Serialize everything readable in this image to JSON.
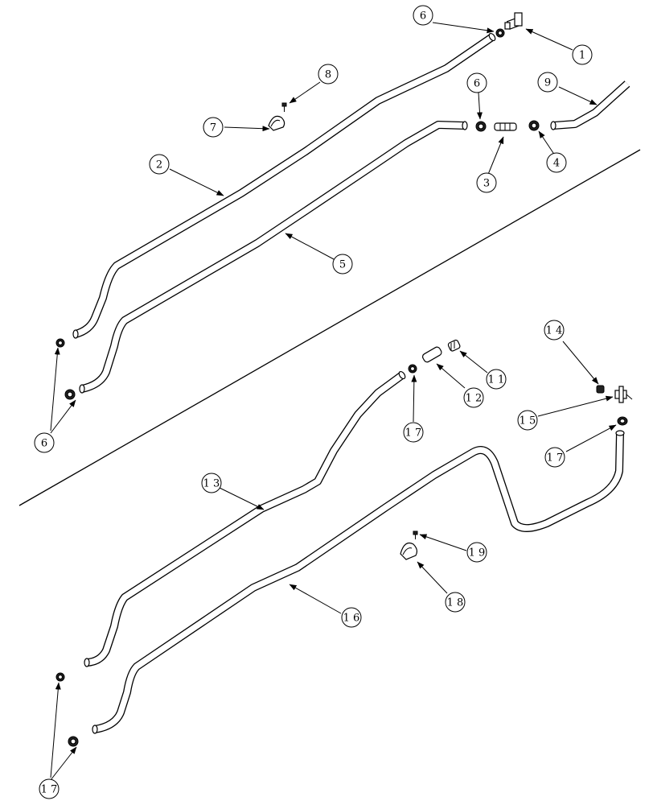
{
  "callouts": [
    {
      "id": "c-1a",
      "label": "1"
    },
    {
      "id": "c-2",
      "label": "2"
    },
    {
      "id": "c-3",
      "label": "3"
    },
    {
      "id": "c-4",
      "label": "4"
    },
    {
      "id": "c-5",
      "label": "5"
    },
    {
      "id": "c-6a",
      "label": "6"
    },
    {
      "id": "c-6b",
      "label": "6"
    },
    {
      "id": "c-6c",
      "label": "6"
    },
    {
      "id": "c-7a",
      "label": "7"
    },
    {
      "id": "c-8",
      "label": "8"
    },
    {
      "id": "c-9a",
      "label": "9"
    },
    {
      "id": "c-11",
      "label": "1 1"
    },
    {
      "id": "c-12",
      "label": "1 2"
    },
    {
      "id": "c-13",
      "label": "1 3"
    },
    {
      "id": "c-14",
      "label": "1 4"
    },
    {
      "id": "c-15",
      "label": "1 5"
    },
    {
      "id": "c-16",
      "label": "1 6"
    },
    {
      "id": "c-17a",
      "label": "1 7"
    },
    {
      "id": "c-17b",
      "label": "1 7"
    },
    {
      "id": "c-17c",
      "label": "1 7"
    },
    {
      "id": "c-18",
      "label": "1 8"
    },
    {
      "id": "c-19",
      "label": "1 9"
    }
  ]
}
